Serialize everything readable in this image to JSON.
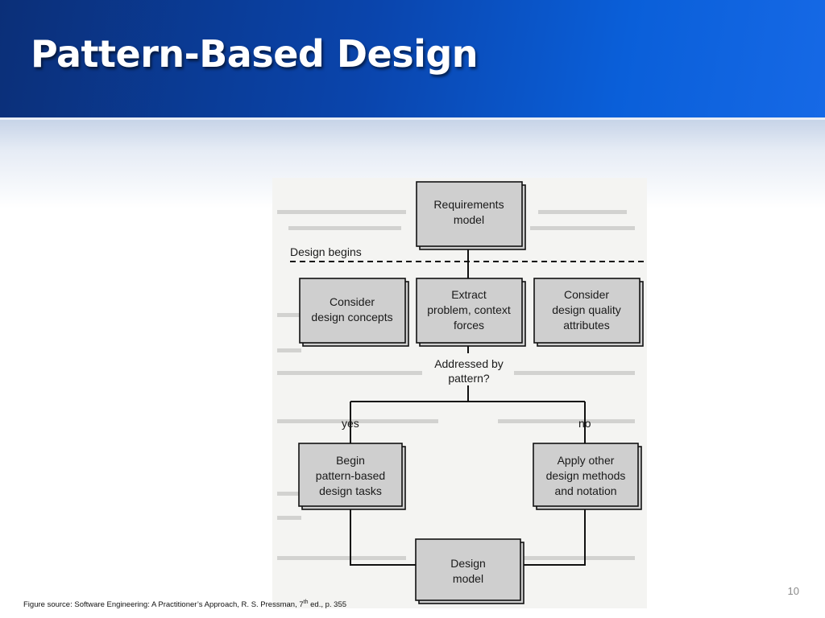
{
  "slide": {
    "title": "Pattern-Based Design",
    "page_number": "10",
    "footer": {
      "prefix": "Figure source: Software Engineering: A Practitioner’s Approach, R. S. Pressman, 7",
      "sup": "th",
      "suffix": " ed., p. 355"
    }
  },
  "diagram": {
    "separator_label": "Design begins",
    "nodes": {
      "requirements_model": [
        "Requirements",
        "model"
      ],
      "consider_design_concepts": [
        "Consider",
        "design concepts"
      ],
      "extract_problem": [
        "Extract",
        "problem, context",
        "forces"
      ],
      "consider_quality": [
        "Consider",
        "design quality",
        "attributes"
      ],
      "begin_pattern_tasks": [
        "Begin",
        "pattern-based",
        "design tasks"
      ],
      "apply_other_methods": [
        "Apply other",
        "design methods",
        "and notation"
      ],
      "design_model": [
        "Design",
        "model"
      ]
    },
    "decision_label": [
      "Addressed by",
      "pattern?"
    ],
    "branch_labels": {
      "yes": "yes",
      "no": "no"
    }
  },
  "colors": {
    "title_bar": "#0a45ad",
    "title_text": "#ffffff",
    "node_fill": "#cfcfcf",
    "figure_background": "#f4f4f2"
  }
}
